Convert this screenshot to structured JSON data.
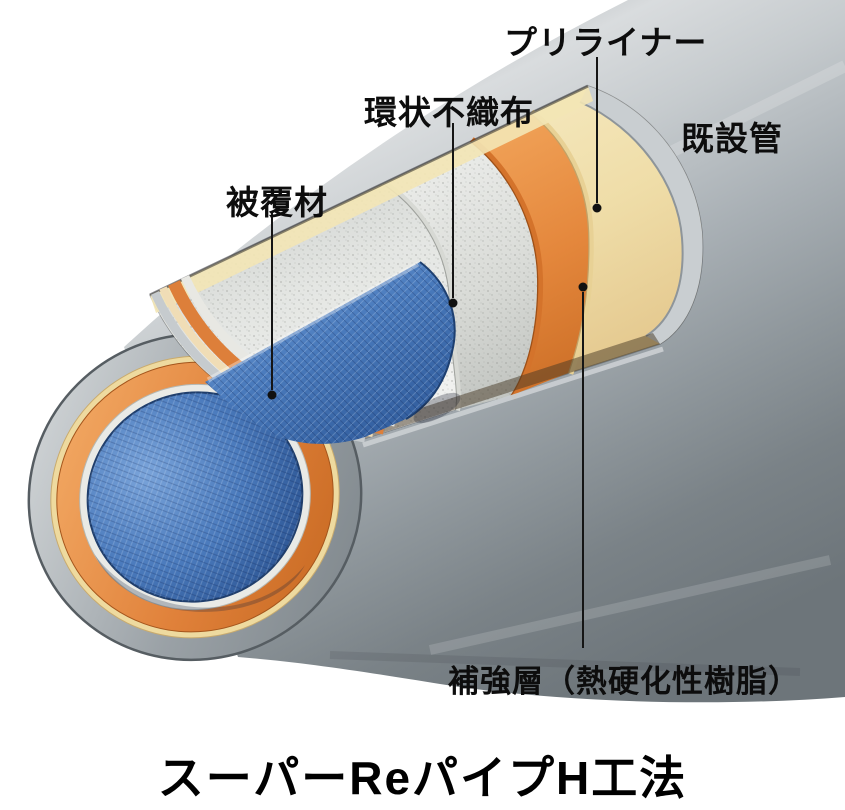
{
  "diagram": {
    "title": "スーパーReパイプH工法",
    "labels": {
      "preliner": "プリライナー",
      "nonwoven": "環状不織布",
      "existing_pipe": "既設管",
      "covering": "被覆材",
      "reinforcement": "補強層（熱硬化性樹脂）"
    },
    "layers": [
      {
        "name": "既設管",
        "color": "#9aa1a6"
      },
      {
        "name": "プリライナー",
        "color": "#efdda8"
      },
      {
        "name": "補強層（熱硬化性樹脂）",
        "color": "#e4873c"
      },
      {
        "name": "環状不織布",
        "color": "#e9eae6"
      },
      {
        "name": "被覆材",
        "color": "#4a7abc"
      }
    ],
    "colors": {
      "background": "#ffffff",
      "label_text": "#111111",
      "leader_line": "#151515",
      "pipe_gray": "#a9b0b5",
      "preliner_cream": "#efdda8",
      "reinforcement_orange": "#e4873c",
      "nonwoven_white": "#e9eae6",
      "covering_blue": "#4a7abc"
    }
  }
}
